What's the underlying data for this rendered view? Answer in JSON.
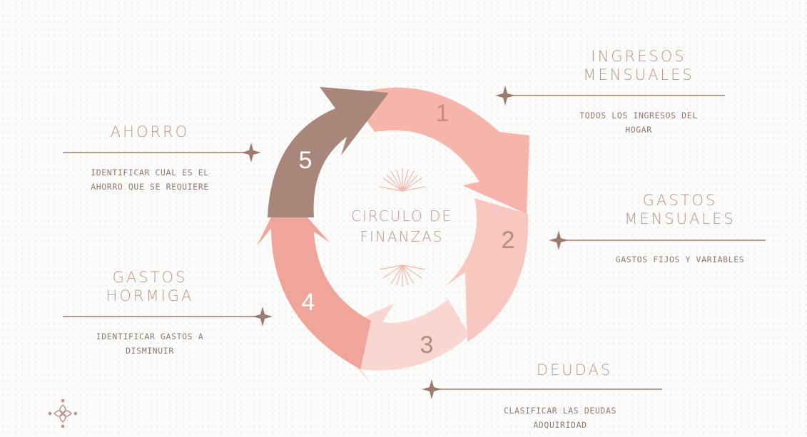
{
  "center": {
    "title": "CIRCULO DE\nFINANZAS"
  },
  "steps": [
    {
      "number": "1",
      "title": "INGRESOS\nMENSUALES",
      "description": "TODOS LOS INGRESOS DEL\nHOGAR"
    },
    {
      "number": "2",
      "title": "GASTOS\nMENSUALES",
      "description": "GASTOS FIJOS Y VARIABLES"
    },
    {
      "number": "3",
      "title": "DEUDAS",
      "description": "CLASIFICAR LAS DEUDAS\nADQUIRIDAD"
    },
    {
      "number": "4",
      "title": "GASTOS\nHORMIGA",
      "description": "IDENTIFICAR GASTOS A\nDISMINUIR"
    },
    {
      "number": "5",
      "title": "AHORRO",
      "description": "IDENTIFICAR CUAL ES EL\nAHORRO QUE SE REQUIERE"
    }
  ],
  "colors": {
    "arrow_1": "#f6b4aa",
    "arrow_2": "#f8c7c0",
    "arrow_3": "#fad6d0",
    "arrow_4": "#f0a49a",
    "arrow_5": "#a8877a",
    "connector": "#9c7b6c",
    "title_text": "#b8978a",
    "description_text": "#8f7a70"
  },
  "icons": [
    "star-burst-icon",
    "flower-logo-icon"
  ]
}
